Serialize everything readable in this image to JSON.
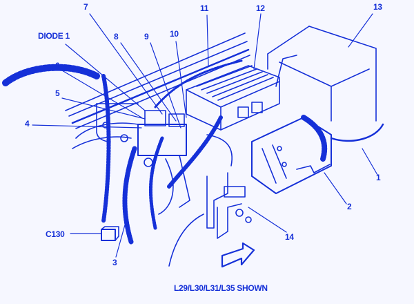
{
  "diagram": {
    "labels": {
      "l1": "1",
      "l2": "2",
      "l3": "3",
      "l4": "4",
      "l5": "5",
      "l6": "6",
      "l7": "7",
      "l8": "8",
      "l9": "9",
      "l10": "10",
      "l11": "11",
      "l12": "12",
      "l13": "13",
      "l14": "14",
      "diode": "DIODE 1",
      "c130": "C130"
    },
    "caption": "L29/L30/L31/L35 SHOWN",
    "colors": {
      "line": "#1530d8",
      "background": "#f6f7ff"
    }
  }
}
